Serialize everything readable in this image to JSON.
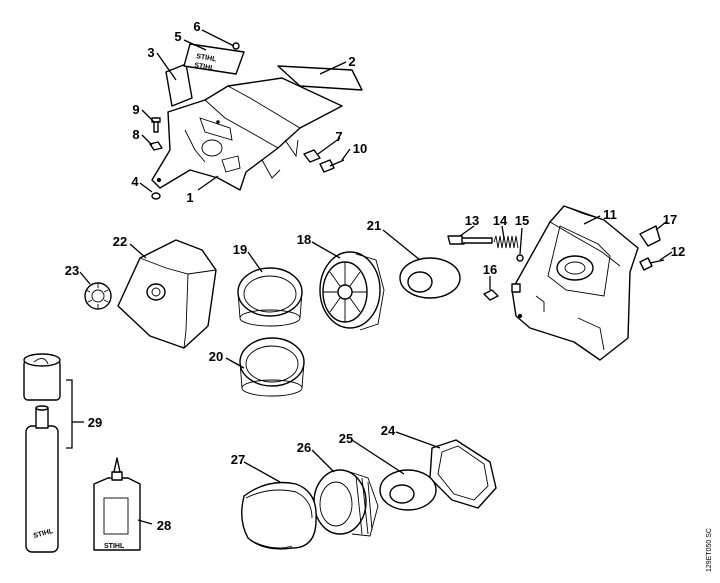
{
  "callouts": [
    {
      "id": "c1",
      "text": "1"
    },
    {
      "id": "c2",
      "text": "2"
    },
    {
      "id": "c3",
      "text": "3"
    },
    {
      "id": "c4",
      "text": "4"
    },
    {
      "id": "c5",
      "text": "5"
    },
    {
      "id": "c6",
      "text": "6"
    },
    {
      "id": "c7",
      "text": "7"
    },
    {
      "id": "c8",
      "text": "8"
    },
    {
      "id": "c9",
      "text": "9"
    },
    {
      "id": "c10",
      "text": "10"
    },
    {
      "id": "c11",
      "text": "11"
    },
    {
      "id": "c12",
      "text": "12"
    },
    {
      "id": "c13",
      "text": "13"
    },
    {
      "id": "c14",
      "text": "14"
    },
    {
      "id": "c15",
      "text": "15"
    },
    {
      "id": "c16",
      "text": "16"
    },
    {
      "id": "c17",
      "text": "17"
    },
    {
      "id": "c18",
      "text": "18"
    },
    {
      "id": "c19",
      "text": "19"
    },
    {
      "id": "c20",
      "text": "20"
    },
    {
      "id": "c21",
      "text": "21"
    },
    {
      "id": "c22",
      "text": "22"
    },
    {
      "id": "c23",
      "text": "23"
    },
    {
      "id": "c24",
      "text": "24"
    },
    {
      "id": "c25",
      "text": "25"
    },
    {
      "id": "c26",
      "text": "26"
    },
    {
      "id": "c27",
      "text": "27"
    },
    {
      "id": "c28",
      "text": "28"
    },
    {
      "id": "c29",
      "text": "29"
    }
  ],
  "drawing_code": "129ET050 SC",
  "brand_text": "STIHL",
  "decal_text": "STIHL"
}
